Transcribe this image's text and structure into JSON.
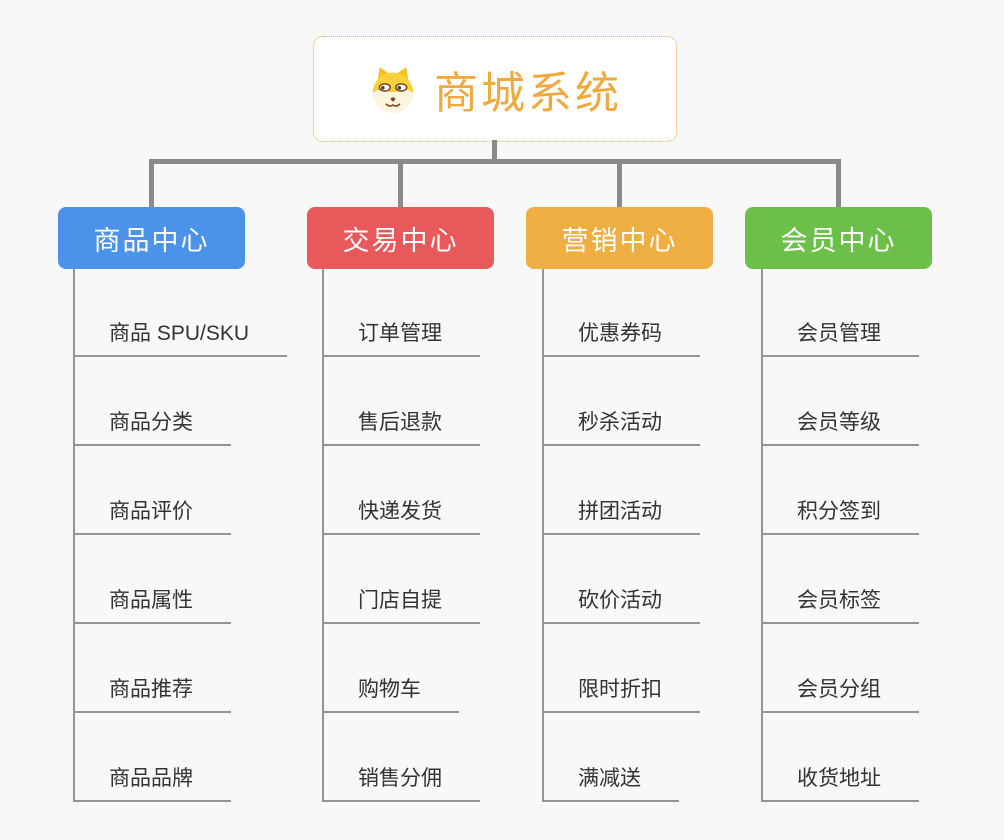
{
  "root": {
    "title": "商城系统",
    "icon": "shiba-dog-icon"
  },
  "colors": {
    "background": "#f8f8f8",
    "root_border": "#f5a947",
    "root_title": "#f0a93f",
    "connector_thick": "#8a8a8a",
    "connector_thin": "#949494",
    "leaf_text": "#333333"
  },
  "branches": [
    {
      "label": "商品中心",
      "color": "#4b92e8",
      "items": [
        "商品 SPU/SKU",
        "商品分类",
        "商品评价",
        "商品属性",
        "商品推荐",
        "商品品牌"
      ]
    },
    {
      "label": "交易中心",
      "color": "#e7595a",
      "items": [
        "订单管理",
        "售后退款",
        "快递发货",
        "门店自提",
        "购物车",
        "销售分佣"
      ]
    },
    {
      "label": "营销中心",
      "color": "#efae42",
      "items": [
        "优惠券码",
        "秒杀活动",
        "拼团活动",
        "砍价活动",
        "限时折扣",
        "满减送"
      ]
    },
    {
      "label": "会员中心",
      "color": "#6cc04a",
      "items": [
        "会员管理",
        "会员等级",
        "积分签到",
        "会员标签",
        "会员分组",
        "收货地址"
      ]
    }
  ]
}
